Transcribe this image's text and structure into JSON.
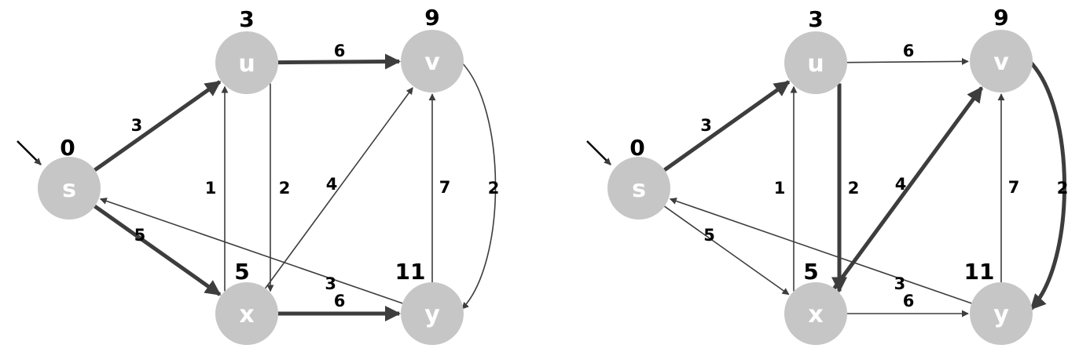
{
  "colors": {
    "node_fill": "#c6c6c6",
    "node_label": "#ffffff",
    "edge": "#3d3d3d",
    "text": "#000000"
  },
  "graphs": [
    {
      "nodes": [
        {
          "id": "s",
          "label": "s",
          "distance": "0"
        },
        {
          "id": "u",
          "label": "u",
          "distance": "3"
        },
        {
          "id": "v",
          "label": "v",
          "distance": "9"
        },
        {
          "id": "x",
          "label": "x",
          "distance": "5"
        },
        {
          "id": "y",
          "label": "y",
          "distance": "11"
        }
      ],
      "edges": [
        {
          "from": "s",
          "to": "u",
          "weight": "3",
          "highlighted": true
        },
        {
          "from": "s",
          "to": "x",
          "weight": "5",
          "highlighted": true
        },
        {
          "from": "u",
          "to": "v",
          "weight": "6",
          "highlighted": true
        },
        {
          "from": "x",
          "to": "u",
          "weight": "1",
          "highlighted": false
        },
        {
          "from": "u",
          "to": "x",
          "weight": "2",
          "highlighted": false
        },
        {
          "from": "x",
          "to": "v",
          "weight": "4",
          "highlighted": false
        },
        {
          "from": "y",
          "to": "v",
          "weight": "7",
          "highlighted": false
        },
        {
          "from": "v",
          "to": "y",
          "weight": "2",
          "highlighted": false
        },
        {
          "from": "y",
          "to": "s",
          "weight": "3",
          "highlighted": false
        },
        {
          "from": "x",
          "to": "y",
          "weight": "6",
          "highlighted": true
        }
      ]
    },
    {
      "nodes": [
        {
          "id": "s",
          "label": "s",
          "distance": "0"
        },
        {
          "id": "u",
          "label": "u",
          "distance": "3"
        },
        {
          "id": "v",
          "label": "v",
          "distance": "9"
        },
        {
          "id": "x",
          "label": "x",
          "distance": "5"
        },
        {
          "id": "y",
          "label": "y",
          "distance": "11"
        }
      ],
      "edges": [
        {
          "from": "s",
          "to": "u",
          "weight": "3",
          "highlighted": true
        },
        {
          "from": "s",
          "to": "x",
          "weight": "5",
          "highlighted": false
        },
        {
          "from": "u",
          "to": "v",
          "weight": "6",
          "highlighted": false
        },
        {
          "from": "x",
          "to": "u",
          "weight": "1",
          "highlighted": false
        },
        {
          "from": "u",
          "to": "x",
          "weight": "2",
          "highlighted": true
        },
        {
          "from": "x",
          "to": "v",
          "weight": "4",
          "highlighted": true
        },
        {
          "from": "y",
          "to": "v",
          "weight": "7",
          "highlighted": false
        },
        {
          "from": "v",
          "to": "y",
          "weight": "2",
          "highlighted": true
        },
        {
          "from": "y",
          "to": "s",
          "weight": "3",
          "highlighted": false
        },
        {
          "from": "x",
          "to": "y",
          "weight": "6",
          "highlighted": false
        }
      ]
    }
  ]
}
